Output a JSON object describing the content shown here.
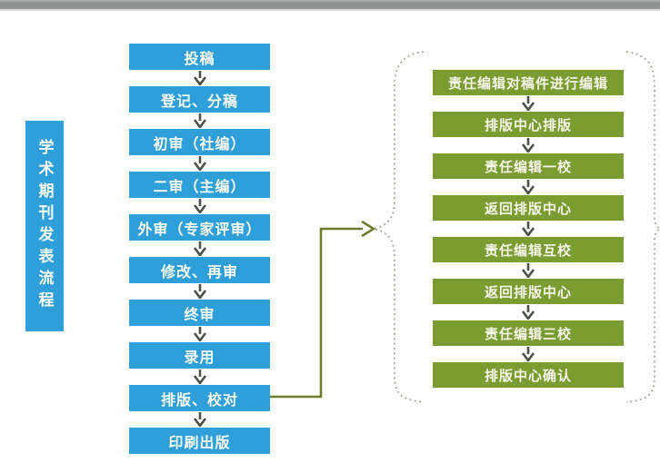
{
  "title": {
    "text": "学术期刊发表流程"
  },
  "main_flow": {
    "steps": [
      "投稿",
      "登记、分稿",
      "初审（社编）",
      "二审（主编）",
      "外审（专家评审）",
      "修改、再审",
      "终审",
      "录用",
      "排版、校对",
      "印刷出版"
    ]
  },
  "sub_flow": {
    "steps": [
      "责任编辑对稿件进行编辑",
      "排版中心排版",
      "责任编辑一校",
      "返回排版中心",
      "责任编辑互校",
      "返回排版中心",
      "责任编辑三校",
      "排版中心确认"
    ]
  },
  "icons": {
    "down_arrow": "arrow-down-icon",
    "branch_arrow": "connector-arrow-right-icon",
    "left_brace": "dashed-brace-left",
    "right_brace": "dashed-brace-right"
  },
  "colors": {
    "main_step_fill": "#2e9fd9",
    "sub_step_fill": "#7b9c31",
    "step_text": "#fdfdf6",
    "arrow": "#4b5148",
    "connector": "#6e7c2b",
    "brace_dash": "#a6a996",
    "top_bar": "#8f9190"
  }
}
